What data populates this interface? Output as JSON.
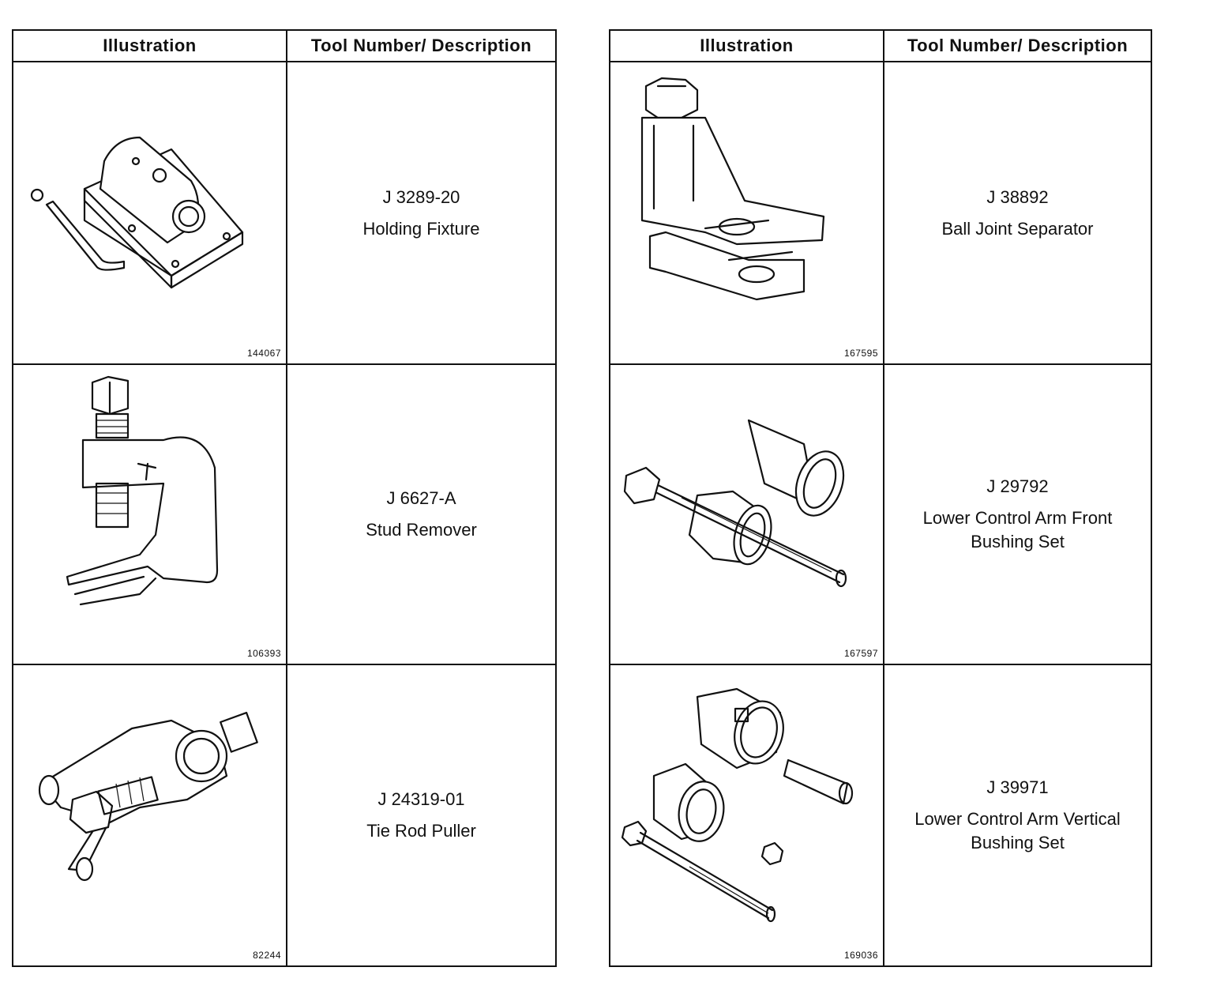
{
  "left_table": {
    "headers": {
      "illustration": "Illustration",
      "description": "Tool Number/ Description"
    },
    "rows": [
      {
        "tool_number": "J 3289-20",
        "description": "Holding Fixture",
        "figure_id": "144067",
        "icon": "holding-fixture-icon"
      },
      {
        "tool_number": "J 6627-A",
        "description": "Stud Remover",
        "figure_id": "106393",
        "icon": "stud-remover-icon"
      },
      {
        "tool_number": "J 24319-01",
        "description": "Tie Rod Puller",
        "figure_id": "82244",
        "icon": "tie-rod-puller-icon"
      }
    ]
  },
  "right_table": {
    "headers": {
      "illustration": "Illustration",
      "description": "Tool Number/ Description"
    },
    "rows": [
      {
        "tool_number": "J 38892",
        "description": "Ball Joint Separator",
        "figure_id": "167595",
        "icon": "ball-joint-separator-icon"
      },
      {
        "tool_number": "J 29792",
        "description": "Lower Control Arm Front Bushing Set",
        "figure_id": "167597",
        "icon": "bushing-set-icon"
      },
      {
        "tool_number": "J 39971",
        "description": "Lower Control Arm Vertical Bushing Set",
        "figure_id": "169036",
        "icon": "vertical-bushing-set-icon"
      }
    ]
  }
}
